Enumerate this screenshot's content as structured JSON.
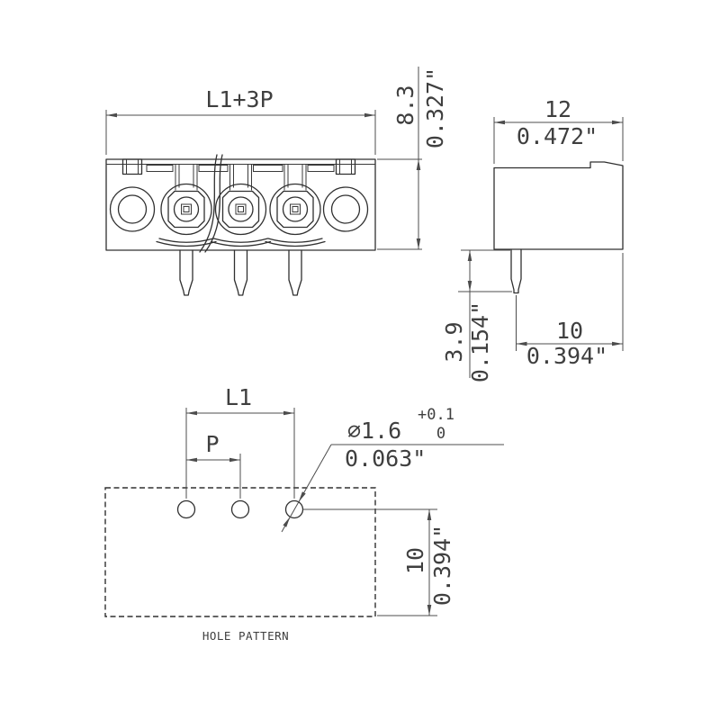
{
  "front_view": {
    "length_label": "L1+3P",
    "height_mm": "8.3",
    "height_in": "0.327\""
  },
  "side_view": {
    "width_mm": "12",
    "width_in": "0.472\"",
    "pin_len_mm": "3.9",
    "pin_len_in": "0.154\"",
    "offset_mm": "10",
    "offset_in": "0.394\""
  },
  "hole_pattern": {
    "caption": "HOLE PATTERN",
    "length_label": "L1",
    "pitch_label": "P",
    "dia": "⌀1.6",
    "dia_tol_upper": "+0.1",
    "dia_tol_lower": "0",
    "dia_in": "0.063\"",
    "row_mm": "10",
    "row_in": "0.394\""
  },
  "colors": {
    "line": "#303030",
    "dim": "#4c4c4c",
    "background": "#ffffff"
  }
}
